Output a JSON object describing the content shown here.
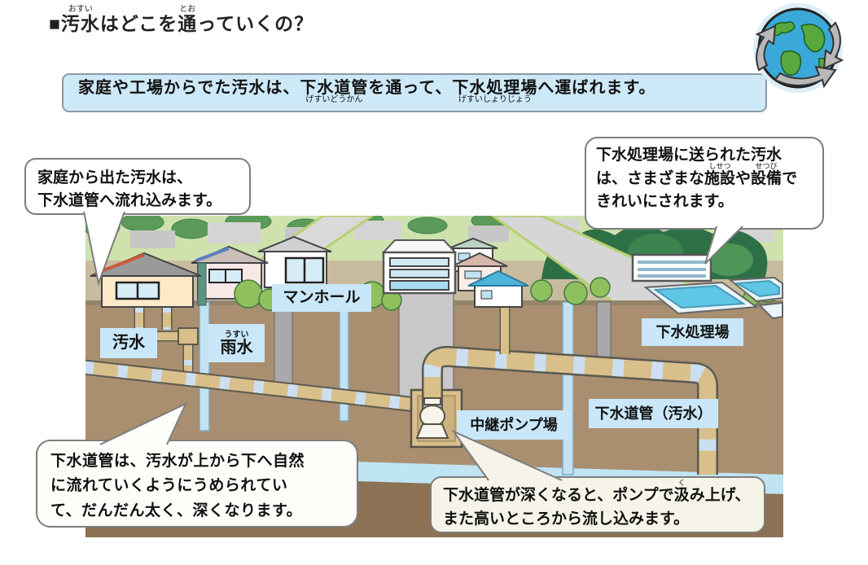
{
  "title": {
    "segments": [
      {
        "t": "■"
      },
      {
        "t": "汚水",
        "r": "おすい"
      },
      {
        "t": "はどこを"
      },
      {
        "t": "通",
        "r": "とお"
      },
      {
        "t": "っていくの？"
      }
    ]
  },
  "banner": {
    "segments": [
      {
        "t": "家庭や工場からでた汚水は、"
      },
      {
        "t": "下水道管",
        "r": "げすいどうかん"
      },
      {
        "t": "を通って、"
      },
      {
        "t": "下水処理場",
        "r": "げすいしょりじょう"
      },
      {
        "t": "へ運ばれます。"
      }
    ]
  },
  "bubbles": {
    "home": {
      "segments": [
        {
          "t": "家庭から出た汚水は、"
        },
        {
          "br": true
        },
        {
          "t": "下水道管へ流れ込みます。"
        }
      ]
    },
    "plant": {
      "segments": [
        {
          "t": "下水処理場に送られた汚水"
        },
        {
          "br": true
        },
        {
          "t": "は、さまざまな"
        },
        {
          "t": "施設",
          "r": "しせつ"
        },
        {
          "t": "や"
        },
        {
          "t": "設備",
          "r": "せつび"
        },
        {
          "t": "で"
        },
        {
          "br": true
        },
        {
          "t": "きれいにされます。"
        }
      ]
    },
    "gravity": {
      "segments": [
        {
          "t": "下水道管は、汚水が上から下へ自然"
        },
        {
          "br": true
        },
        {
          "t": "に流れていくようにうめられてい"
        },
        {
          "br": true
        },
        {
          "t": "て、だんだん太く、深くなります。"
        }
      ]
    },
    "pump": {
      "segments": [
        {
          "t": "下水道管が深くなると、ポンプで"
        },
        {
          "t": "汲",
          "r": "く"
        },
        {
          "t": "み上げ、"
        },
        {
          "br": true
        },
        {
          "t": "また高いところから流し込みます。"
        }
      ]
    }
  },
  "labels": {
    "manhole": {
      "text": "マンホール"
    },
    "sewage": {
      "text": "汚水"
    },
    "rainwater": {
      "segments": [
        {
          "t": "雨水",
          "r": "うすい"
        }
      ]
    },
    "treatment_plant": {
      "text": "下水処理場"
    },
    "relay_pump_station": {
      "text": "中継ポンプ場"
    },
    "sewer_pipe_sewage": {
      "text": "下水道管（汚水）"
    }
  },
  "colors": {
    "banner_bg": "#cde9f8",
    "label_bg": "#c9e7f8",
    "bubble_border": "#7d7d7d",
    "pipe_tan": "#d9bf8a",
    "pipe_stripe_blue": "#ccdff0",
    "earth_upper": "#a98f70",
    "earth_deep": "#8d7154",
    "groundwater": "#bfe4f4",
    "ground_surface": "#c9bb9f",
    "globe_ocean": "#3aa8d8",
    "globe_land": "#57a93d"
  }
}
